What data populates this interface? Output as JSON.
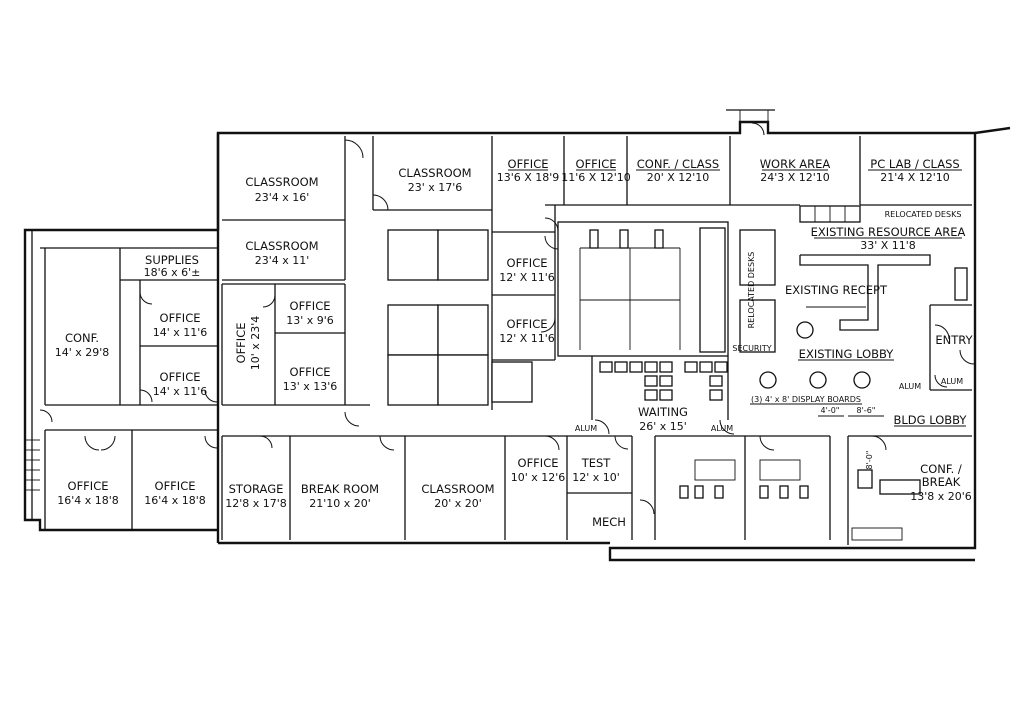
{
  "rooms": {
    "classroom_nw": {
      "name": "CLASSROOM",
      "dims": "23'4 x 16'"
    },
    "classroom_w2": {
      "name": "CLASSROOM",
      "dims": "23'4 x 11'"
    },
    "classroom_c": {
      "name": "CLASSROOM",
      "dims": "23' x 17'6"
    },
    "office_a": {
      "name": "OFFICE",
      "dims": "13'6 X 18'9"
    },
    "office_b": {
      "name": "OFFICE",
      "dims": "11'6 X 12'10"
    },
    "conf_class": {
      "name": "CONF. / CLASS",
      "dims": "20' X 12'10"
    },
    "work_area": {
      "name": "WORK AREA",
      "dims": "24'3 X 12'10"
    },
    "pc_lab": {
      "name": "PC LAB / CLASS",
      "dims": "21'4 X 12'10"
    },
    "relocated_desks_1": {
      "name": "RELOCATED DESKS"
    },
    "resource_area": {
      "name": "EXISTING RESOURCE AREA",
      "dims": "33' X 11'8"
    },
    "relocated_desks_2": {
      "name": "RELOCATED DESKS"
    },
    "supplies": {
      "name": "SUPPLIES",
      "dims": "18'6 x 6'±"
    },
    "conf_w": {
      "name": "CONF.",
      "dims": "14' x 29'8"
    },
    "office_c": {
      "name": "OFFICE",
      "dims": "14' x 11'6"
    },
    "office_d": {
      "name": "OFFICE",
      "dims": "14' x 11'6"
    },
    "office_long": {
      "name": "OFFICE",
      "dims": "10' x 23'4"
    },
    "office_e": {
      "name": "OFFICE",
      "dims": "13' x 9'6"
    },
    "office_f": {
      "name": "OFFICE",
      "dims": "13' x 13'6"
    },
    "office_g": {
      "name": "OFFICE",
      "dims": "12' X 11'6"
    },
    "office_h": {
      "name": "OFFICE",
      "dims": "12' X 11'6"
    },
    "existing_recept": {
      "name": "EXISTING RECEPT"
    },
    "security": {
      "name": "SECURITY"
    },
    "existing_lobby": {
      "name": "EXISTING LOBBY"
    },
    "entry": {
      "name": "ENTRY"
    },
    "waiting": {
      "name": "WAITING",
      "dims": "26' x 15'"
    },
    "display_boards": {
      "name": "(3) 4' x 8' DISPLAY BOARDS"
    },
    "bldg_lobby": {
      "name": "BLDG LOBBY"
    },
    "office_sw1": {
      "name": "OFFICE",
      "dims": "16'4 x 18'8"
    },
    "office_sw2": {
      "name": "OFFICE",
      "dims": "16'4 x 18'8"
    },
    "storage": {
      "name": "STORAGE",
      "dims": "12'8 x 17'8"
    },
    "break_room": {
      "name": "BREAK ROOM",
      "dims": "21'10 x 20'"
    },
    "classroom_s": {
      "name": "CLASSROOM",
      "dims": "20' x 20'"
    },
    "office_s": {
      "name": "OFFICE",
      "dims": "10' x 12'6"
    },
    "test": {
      "name": "TEST",
      "dims": "12' x 10'"
    },
    "mech": {
      "name": "MECH"
    },
    "conf_break": {
      "name": "CONF. / BREAK",
      "dims": "13'8 x 20'6"
    }
  },
  "annotations": {
    "alum_1": "ALUM",
    "alum_2": "ALUM",
    "alum_3": "ALUM",
    "alum_4": "ALUM",
    "dim_1": "4'-0\"",
    "dim_2": "8'-6\"",
    "dim_3": "8'-0\""
  }
}
